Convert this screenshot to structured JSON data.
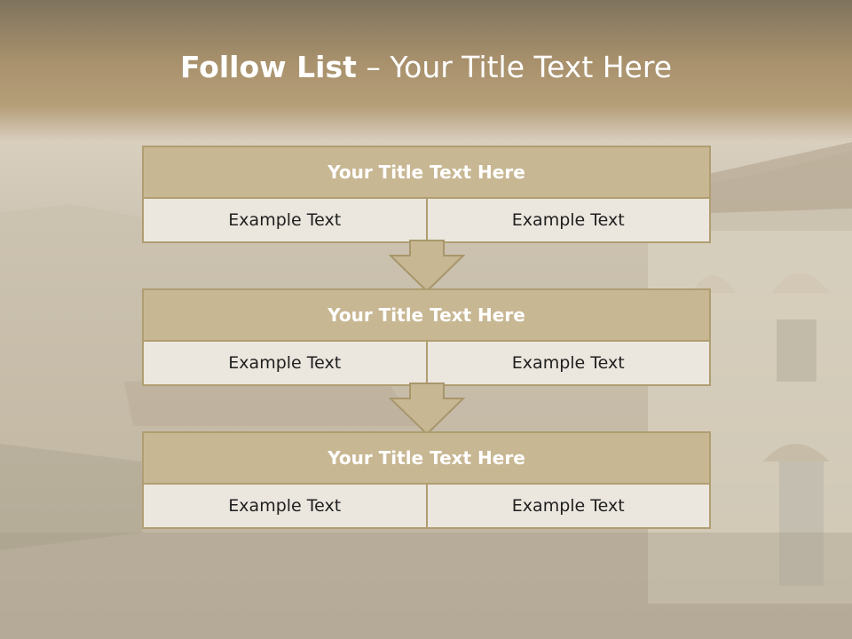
{
  "slide": {
    "title_bold": "Follow List",
    "title_rest": "– Your Title Text Here"
  },
  "steps": [
    {
      "title": "Your Title Text Here",
      "left": "Example Text",
      "right": "Example Text"
    },
    {
      "title": "Your Title Text Here",
      "left": "Example Text",
      "right": "Example Text"
    },
    {
      "title": "Your Title Text Here",
      "left": "Example Text",
      "right": "Example Text"
    }
  ],
  "colors": {
    "header_fill": "#c8b793",
    "border": "#b09e72",
    "cell_fill": "#ebe6de"
  }
}
